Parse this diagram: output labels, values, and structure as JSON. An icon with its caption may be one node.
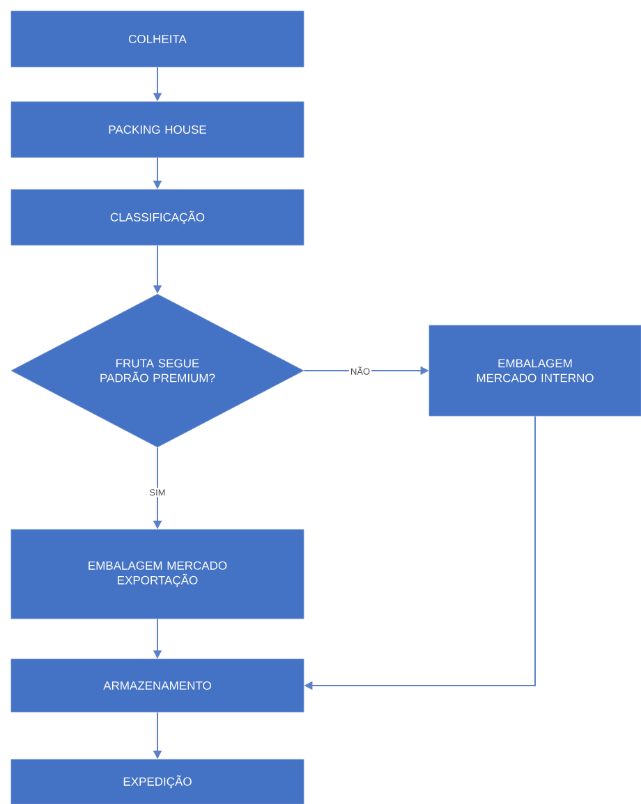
{
  "diagram": {
    "nodes": [
      {
        "text": [
          "COLHEITA"
        ]
      },
      {
        "text": [
          "PACKING HOUSE"
        ]
      },
      {
        "text": [
          "CLASSIFICAÇÃO"
        ]
      },
      {
        "text": [
          "FRUTA SEGUE PADRÃO PREMIUM?"
        ]
      },
      {
        "text": [
          "EMBALAGEM MERCADO INTERNO"
        ]
      },
      {
        "text": [
          "EMBALAGEM MERCADO EXPORTAÇÃO"
        ]
      },
      {
        "text": [
          "ARMAZENAMENTO"
        ]
      },
      {
        "text": [
          "EXPEDIÇÃO"
        ]
      }
    ],
    "edges": [
      {
        "from": 0,
        "to": 1,
        "arrow": "to"
      },
      {
        "from": 1,
        "to": 2,
        "arrow": "to"
      },
      {
        "from": 2,
        "to": 3,
        "arrow": "to"
      },
      {
        "from": 3,
        "to": 4,
        "arrow": "to",
        "label": "NÃO"
      },
      {
        "from": 3,
        "to": 5,
        "arrow": "to",
        "label": "SIM"
      },
      {
        "from": 5,
        "to": 6,
        "arrow": "to"
      },
      {
        "from": 4,
        "to": 6,
        "arrow": "to"
      },
      {
        "from": 6,
        "to": 7,
        "arrow": "to"
      }
    ]
  }
}
